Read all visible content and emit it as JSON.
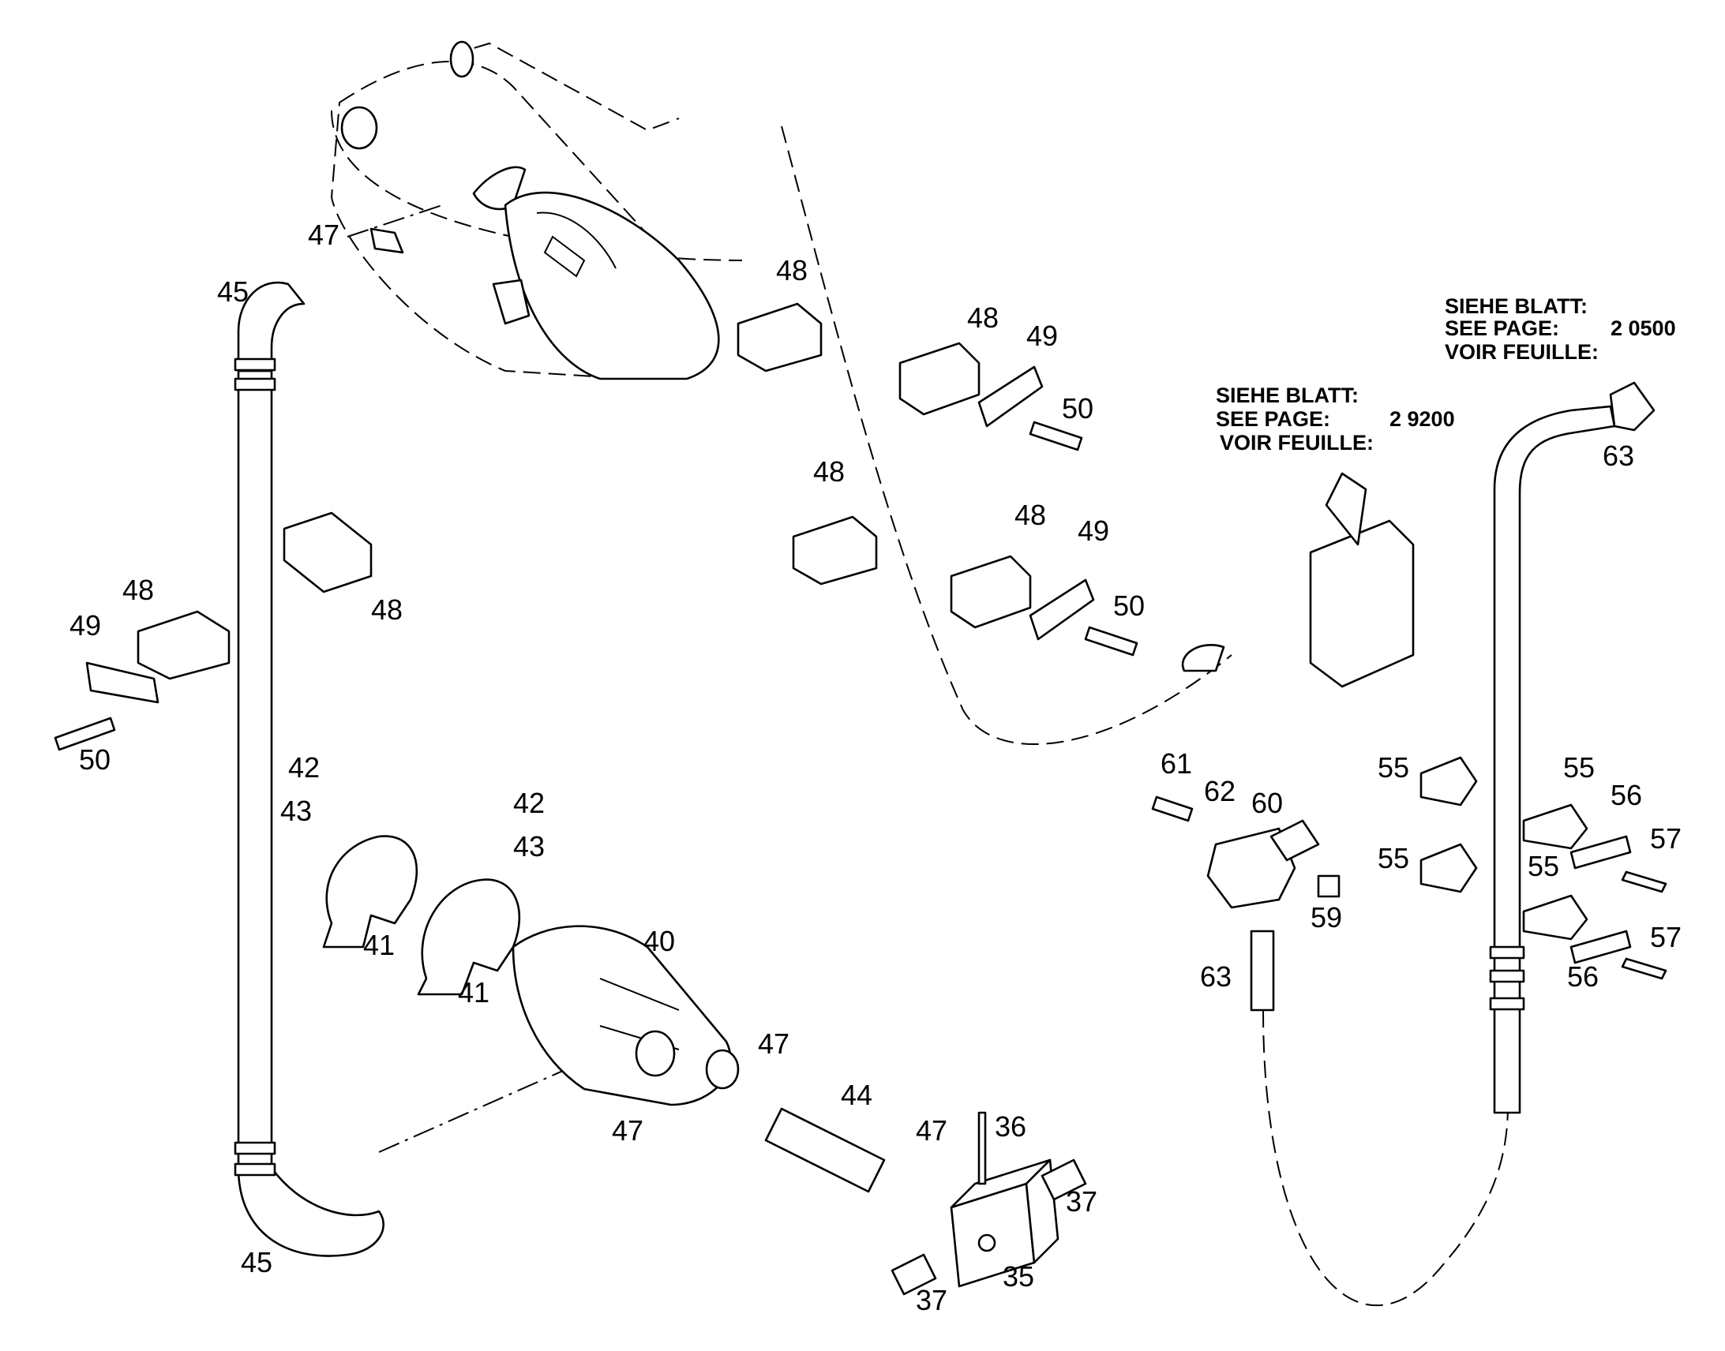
{
  "colors": {
    "line": "#000000",
    "background": "#ffffff"
  },
  "references": {
    "ref_2_0500": {
      "line1": "SIEHE BLATT:",
      "line2_label": "SEE PAGE:",
      "line2_value": "2 0500",
      "line3": "VOIR FEUILLE:"
    },
    "ref_2_9200": {
      "line1": "SIEHE BLATT:",
      "line2_label": "SEE PAGE:",
      "line2_value": "2 9200",
      "line3": "VOIR FEUILLE:"
    }
  },
  "callouts": {
    "c35": "35",
    "c36": "36",
    "c37a": "37",
    "c37b": "37",
    "c40": "40",
    "c41a": "41",
    "c41b": "41",
    "c42a": "42",
    "c42b": "42",
    "c43a": "43",
    "c43b": "43",
    "c44": "44",
    "c45a": "45",
    "c45b": "45",
    "c47a": "47",
    "c47b": "47",
    "c47c": "47",
    "c47d": "47",
    "c48a": "48",
    "c48b": "48",
    "c48c": "48",
    "c48d": "48",
    "c48e": "48",
    "c48f": "48",
    "c49a": "49",
    "c49b": "49",
    "c49c": "49",
    "c50a": "50",
    "c50b": "50",
    "c50c": "50",
    "c55a": "55",
    "c55b": "55",
    "c55c": "55",
    "c55d": "55",
    "c56a": "56",
    "c56b": "56",
    "c57a": "57",
    "c57b": "57",
    "c59": "59",
    "c60": "60",
    "c61": "61",
    "c62": "62",
    "c63a": "63",
    "c63b": "63"
  }
}
